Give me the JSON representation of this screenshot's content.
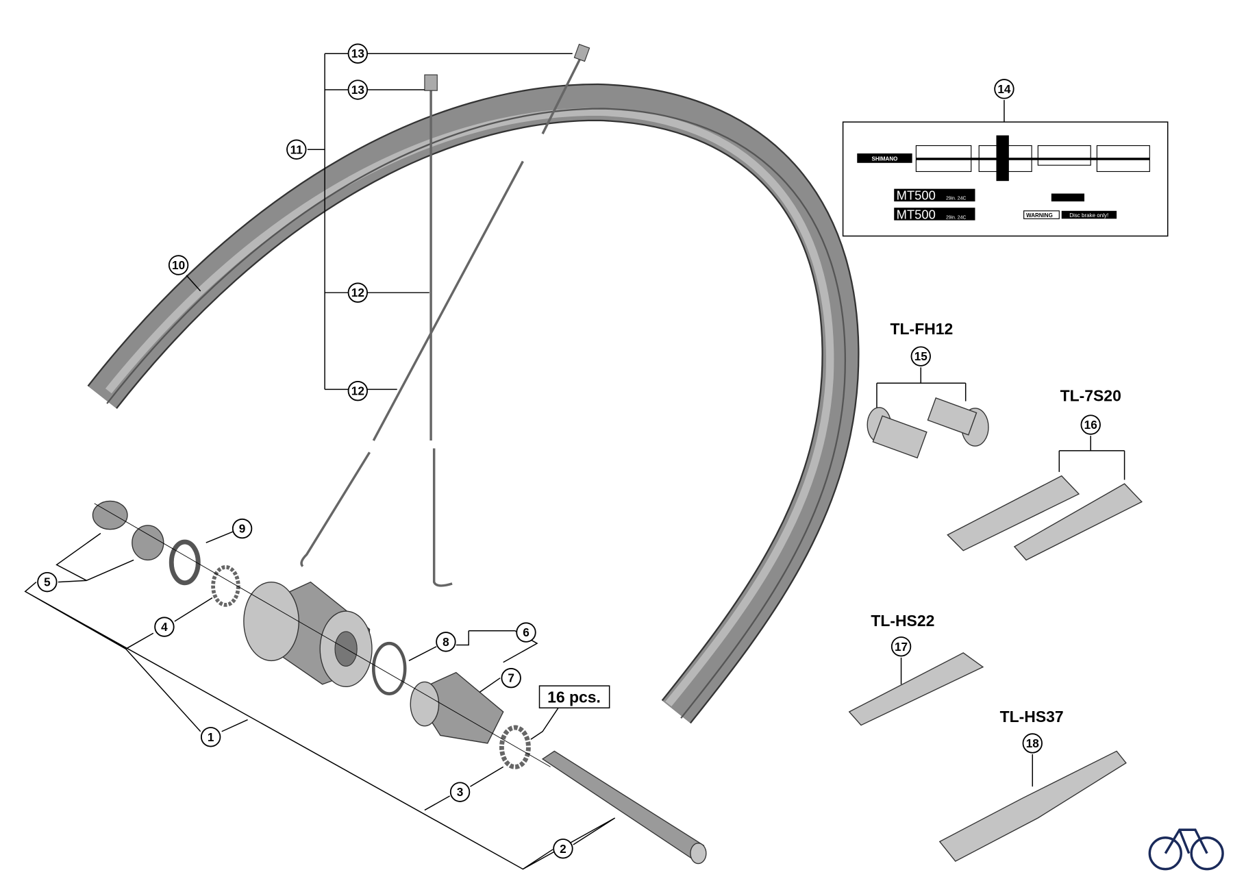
{
  "callouts": {
    "c1": "1",
    "c2": "2",
    "c3": "3",
    "c4": "4",
    "c5": "5",
    "c6": "6",
    "c7": "7",
    "c8": "8",
    "c9": "9",
    "c10": "10",
    "c11": "11",
    "c12a": "12",
    "c12b": "12",
    "c13a": "13",
    "c13b": "13",
    "c14": "14",
    "c15": "15",
    "c16": "16",
    "c17": "17",
    "c18": "18"
  },
  "tools": {
    "fh12": "TL-FH12",
    "s720": "TL-7S20",
    "hs22": "TL-HS22",
    "hs37": "TL-HS37"
  },
  "balls_note": "16 pcs.",
  "decal": {
    "brand": "SHIMANO",
    "model1": "MT500",
    "size1": "29in. 24C",
    "model2": "MT500",
    "size2": "29in. 24C",
    "warning": "WARNING",
    "disc": "Disc brake only!"
  },
  "colors": {
    "rim": "#8c8c8c",
    "part": "#9a9a9a",
    "line": "#000000"
  }
}
